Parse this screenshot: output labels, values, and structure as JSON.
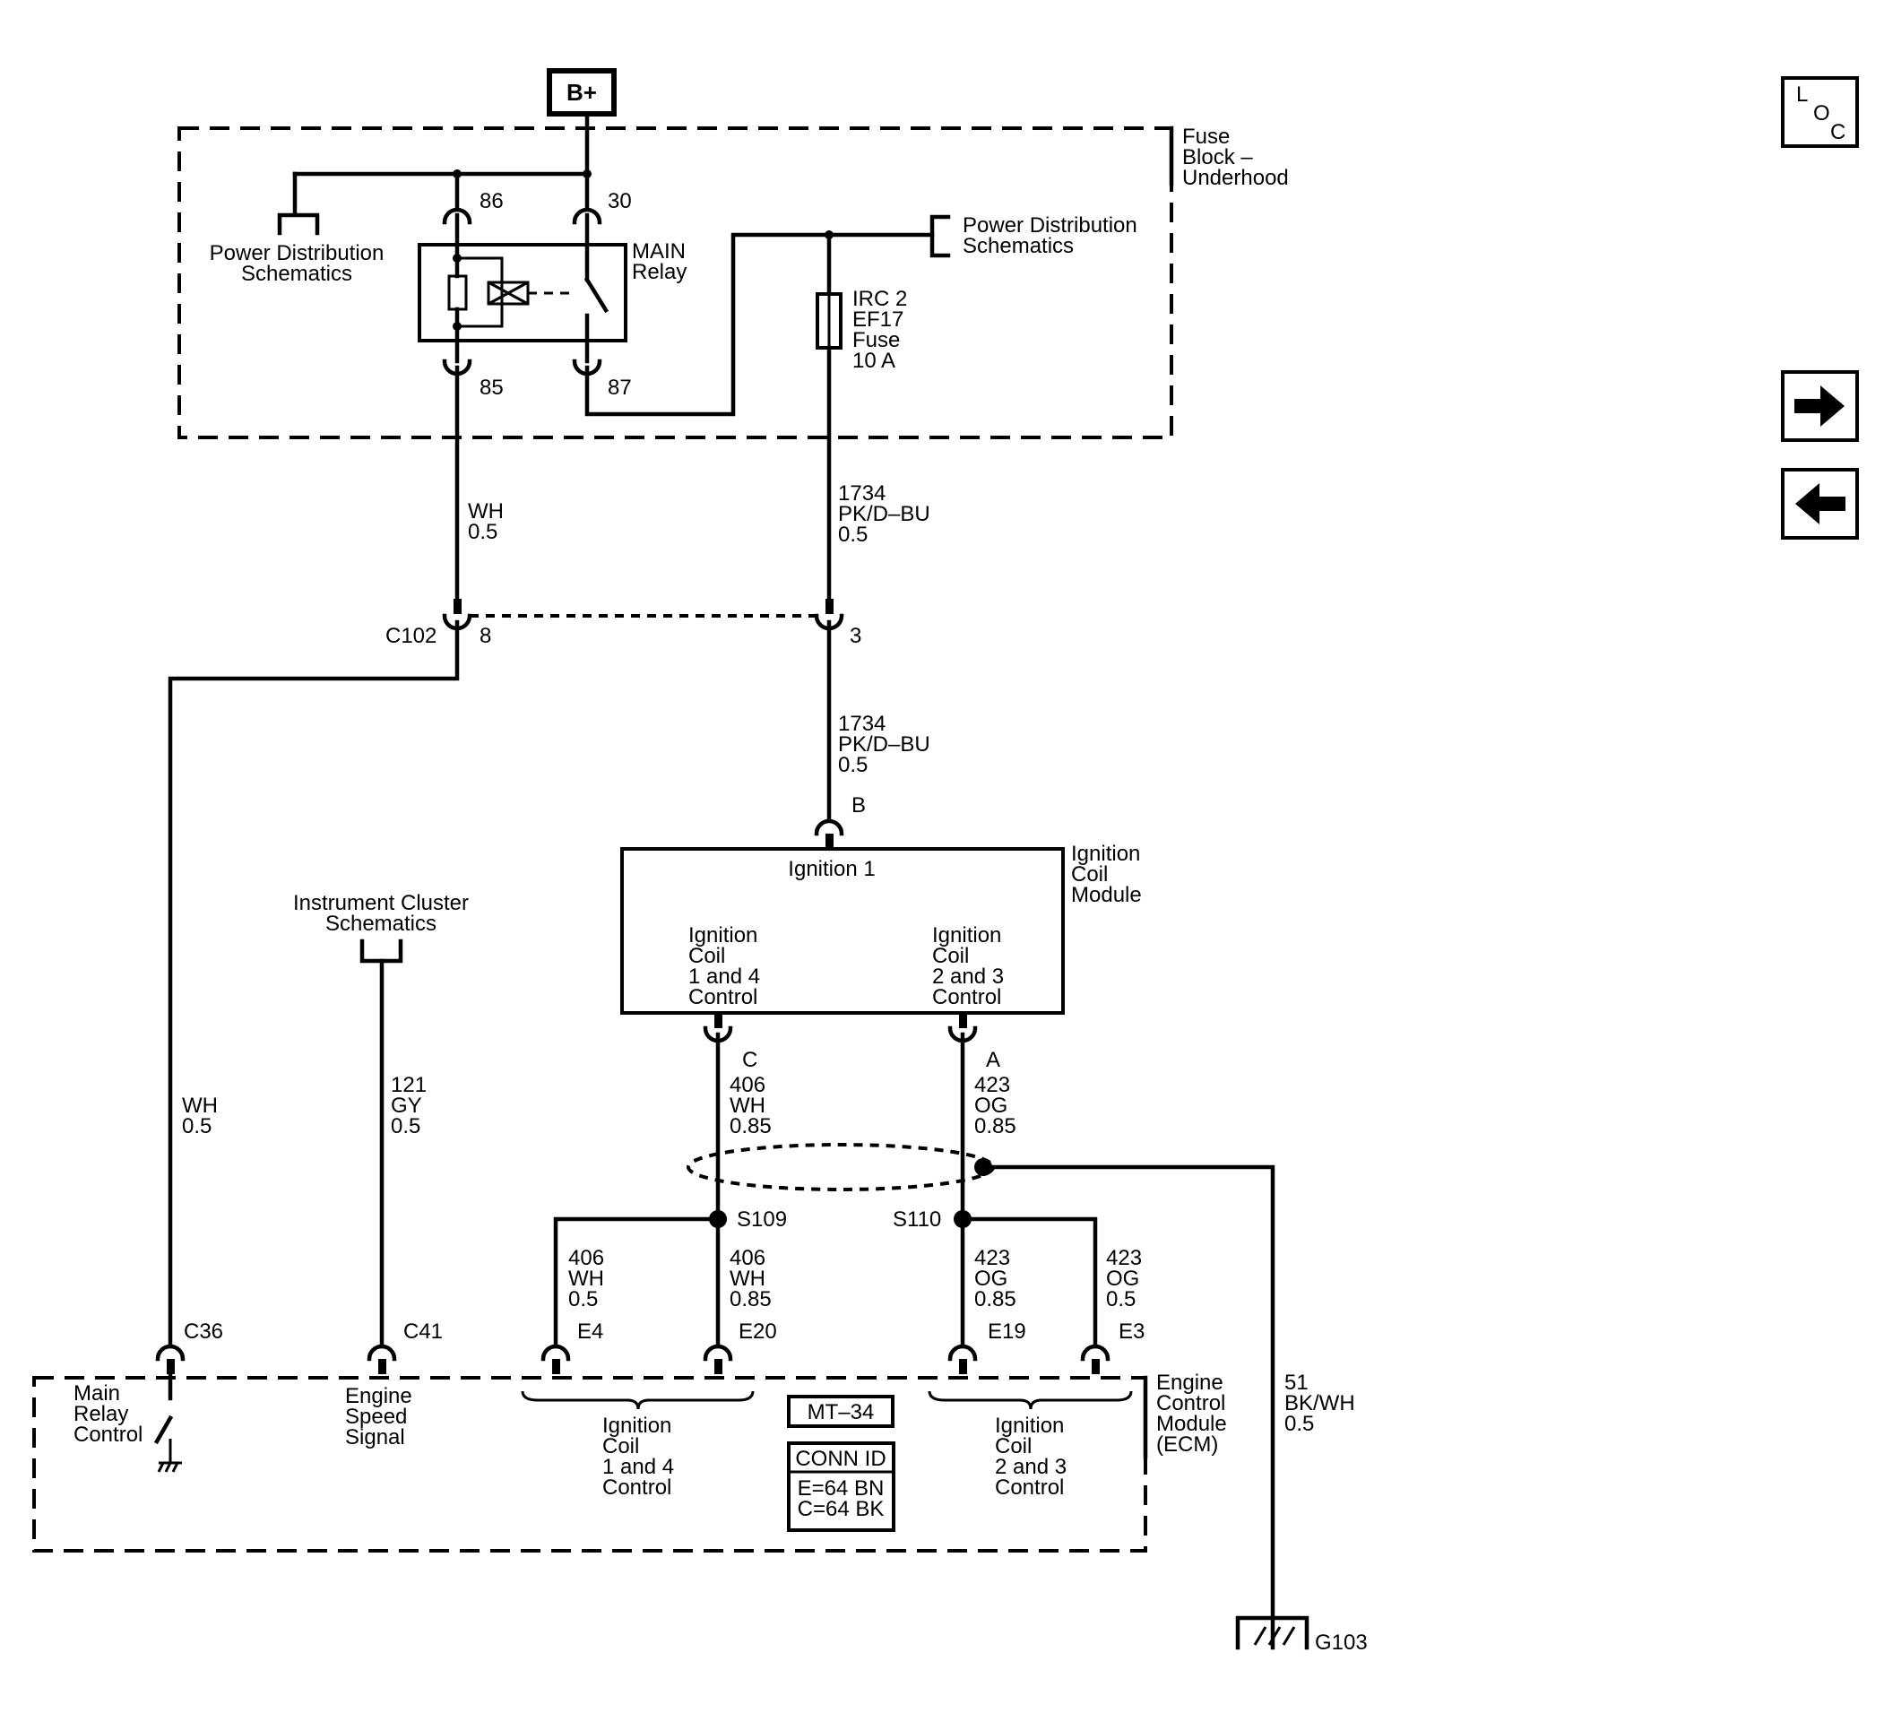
{
  "power": {
    "label": "B+"
  },
  "fuse_block": {
    "line1": "Fuse",
    "line2": "Block –",
    "line3": "Underhood"
  },
  "relay": {
    "line1": "MAIN",
    "line2": "Relay",
    "pin86": "86",
    "pin30": "30",
    "pin85": "85",
    "pin87": "87"
  },
  "power_dist_left": {
    "line1": "Power Distribution",
    "line2": "Schematics"
  },
  "power_dist_right": {
    "line1": "Power Distribution",
    "line2": "Schematics"
  },
  "fuse": {
    "line1": "IRC 2",
    "line2": "EF17",
    "line3": "Fuse",
    "line4": "10 A"
  },
  "wire_85": {
    "color": "WH",
    "size": "0.5"
  },
  "wire_1734_upper": {
    "circuit": "1734",
    "color": "PK/D–BU",
    "size": "0.5"
  },
  "c102": {
    "name": "C102",
    "pin_a": "8",
    "pin_b": "3"
  },
  "wire_1734_lower": {
    "circuit": "1734",
    "color": "PK/D–BU",
    "size": "0.5"
  },
  "coil_module": {
    "pin_b": "B",
    "line1": "Ignition",
    "line2": "Coil",
    "line3": "Module",
    "input": "Ignition 1",
    "out14": {
      "l1": "Ignition",
      "l2": "Coil",
      "l3": "1 and 4",
      "l4": "Control"
    },
    "out23": {
      "l1": "Ignition",
      "l2": "Coil",
      "l3": "2 and 3",
      "l4": "Control"
    },
    "pin_c": "C",
    "pin_a": "A"
  },
  "instrument_cluster": {
    "line1": "Instrument Cluster",
    "line2": "Schematics"
  },
  "wire_main_relay": {
    "color": "WH",
    "size": "0.5"
  },
  "wire_121": {
    "circuit": "121",
    "color": "GY",
    "size": "0.5"
  },
  "wire_406_top": {
    "circuit": "406",
    "color": "WH",
    "size": "0.85"
  },
  "wire_423_top": {
    "circuit": "423",
    "color": "OG",
    "size": "0.85"
  },
  "splices": {
    "s109": "S109",
    "s110": "S110"
  },
  "wire_406_a": {
    "circuit": "406",
    "color": "WH",
    "size": "0.5"
  },
  "wire_406_b": {
    "circuit": "406",
    "color": "WH",
    "size": "0.85"
  },
  "wire_423_a": {
    "circuit": "423",
    "color": "OG",
    "size": "0.85"
  },
  "wire_423_b": {
    "circuit": "423",
    "color": "OG",
    "size": "0.5"
  },
  "ecm_pins": {
    "c36": "C36",
    "c41": "C41",
    "e4": "E4",
    "e20": "E20",
    "e19": "E19",
    "e3": "E3"
  },
  "ecm": {
    "line1": "Engine",
    "line2": "Control",
    "line3": "Module",
    "line4": "(ECM)",
    "main_relay": {
      "l1": "Main",
      "l2": "Relay",
      "l3": "Control"
    },
    "engine_speed": {
      "l1": "Engine",
      "l2": "Speed",
      "l3": "Signal"
    },
    "coil14": {
      "l1": "Ignition",
      "l2": "Coil",
      "l3": "1 and 4",
      "l4": "Control"
    },
    "coil23": {
      "l1": "Ignition",
      "l2": "Coil",
      "l3": "2 and 3",
      "l4": "Control"
    }
  },
  "mt_box": {
    "label": "MT–34"
  },
  "conn_box": {
    "title": "CONN ID",
    "line1": "E=64 BN",
    "line2": "C=64 BK"
  },
  "ground_wire": {
    "circuit": "51",
    "color": "BK/WH",
    "size": "0.5"
  },
  "ground": {
    "label": "G103"
  },
  "loc_button": {
    "l": "L",
    "o": "O",
    "c": "C"
  },
  "nav": {
    "next_icon": "arrow-right-icon",
    "prev_icon": "arrow-left-icon"
  }
}
